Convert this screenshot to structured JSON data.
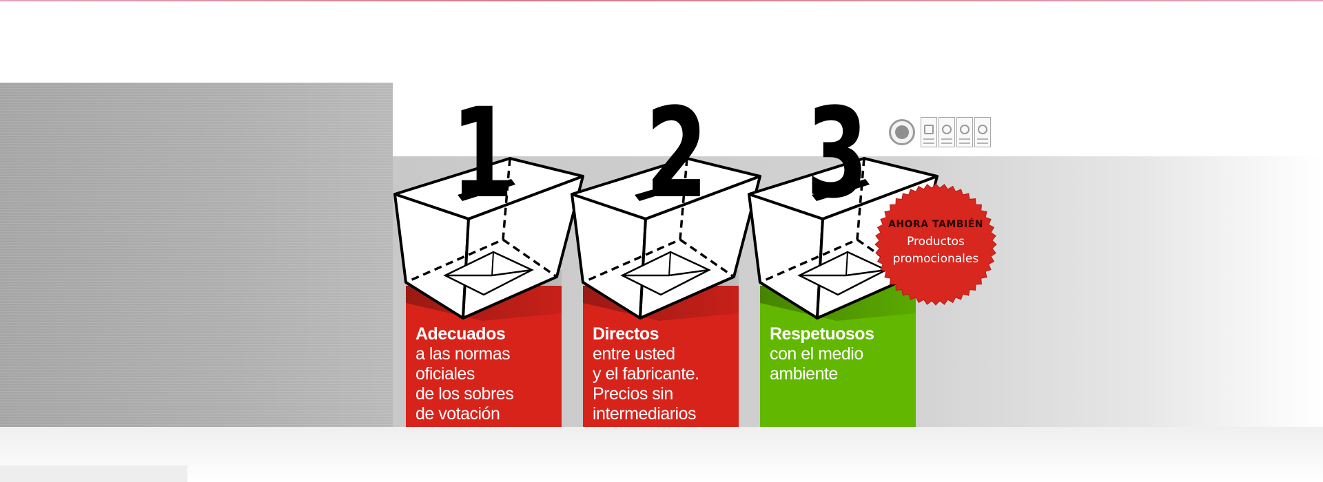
{
  "colors": {
    "accent_red": "#d8231b",
    "accent_green": "#62b800",
    "seal_red": "#d8271f"
  },
  "steps": [
    {
      "number": "1",
      "title": "Adecuados",
      "lines": [
        "a las normas",
        "oficiales",
        "de los sobres",
        "de votación"
      ],
      "color": "#d8231b"
    },
    {
      "number": "2",
      "title": "Directos",
      "lines": [
        "entre usted",
        "y el fabricante.",
        "Precios sin",
        "intermediarios"
      ],
      "color": "#d8231b"
    },
    {
      "number": "3",
      "title": "Respetuosos",
      "lines": [
        "con el medio",
        "ambiente"
      ],
      "color": "#62b800"
    }
  ],
  "seal": {
    "kicker": "AHORA TAMBIÉN",
    "line1": "Productos",
    "line2": "promocionales"
  },
  "certifications": [
    "iqnet-icon",
    "er-cert-icon",
    "cert-mark-icon",
    "cert-mark-icon",
    "cert-mark-icon"
  ]
}
